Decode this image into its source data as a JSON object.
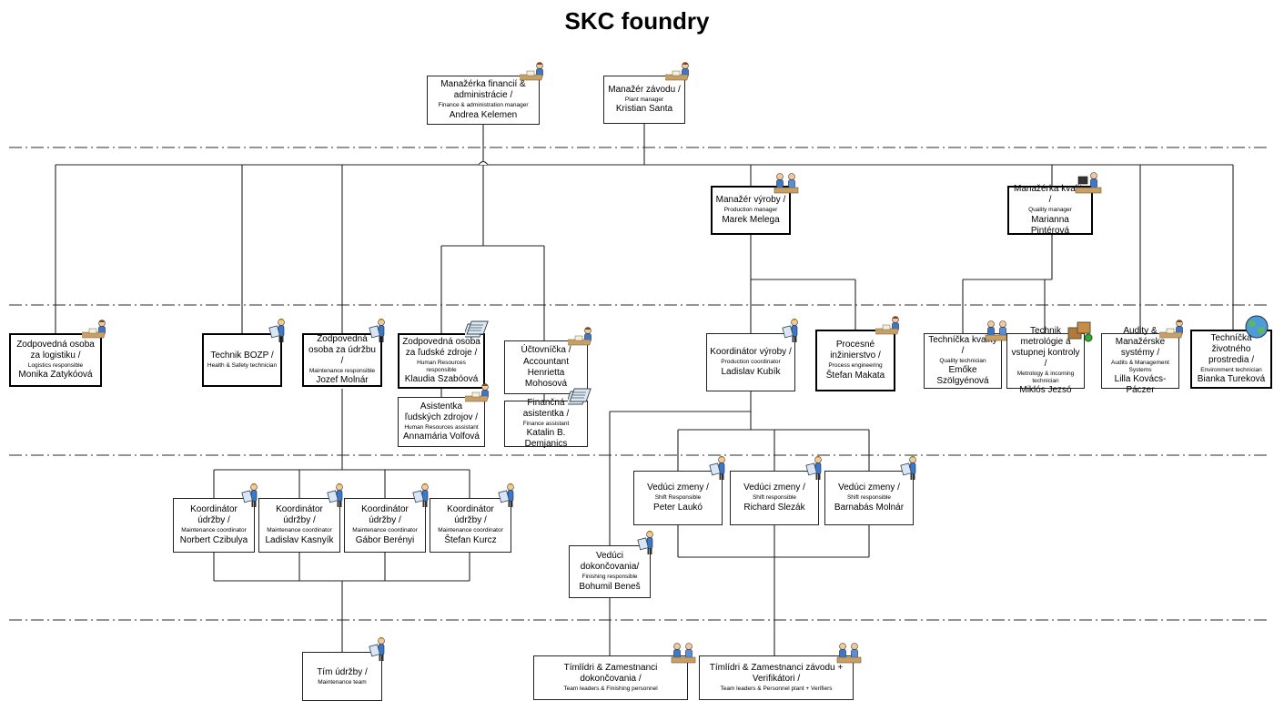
{
  "title": "SKC foundry",
  "nodes": [
    {
      "id": "fin",
      "title": "Manažérka financií & administrácie  /",
      "subtitle": "Finance & administration manager",
      "name": "Andrea Kelemen",
      "icon": "desk-worker-icon"
    },
    {
      "id": "plant",
      "title": "Manažér závodu /",
      "subtitle": "Plant manager",
      "name": "Kristian Santa",
      "icon": "desk-worker-icon"
    },
    {
      "id": "prod",
      "title": "Manažér výroby /",
      "subtitle": "Production manager",
      "name": "Marek Melega",
      "icon": "manager-group-icon"
    },
    {
      "id": "qual",
      "title": "Manažérka kvality /",
      "subtitle": "Quality manager",
      "name": "Marianna Pintérová",
      "icon": "microscope-worker-icon"
    },
    {
      "id": "log",
      "title": "Zodpovedná osoba za logistiku /",
      "subtitle": "Logistics responsible",
      "name": "Monika Zatykóová",
      "icon": "desk-worker-icon"
    },
    {
      "id": "bozp",
      "title": "Technik BOZP /",
      "subtitle": "Health & Safety technician",
      "name": "",
      "icon": "clipboard-worker-icon"
    },
    {
      "id": "maint",
      "title": "Zodpovedná osoba za údržbu /",
      "subtitle": "Maintenance responsible",
      "name": "Jozef Molnár",
      "icon": "clipboard-worker-icon"
    },
    {
      "id": "hr",
      "title": "Zodpovedná osoba za ľudské zdroje /",
      "subtitle": "Human Resources responsible",
      "name": "Klaudia Szabóová",
      "icon": "documents-icon"
    },
    {
      "id": "acc",
      "title": "Účtovníčka /",
      "subtitle": "",
      "name": "Accountant Henrietta Mohosová",
      "icon": "desk-worker-icon"
    },
    {
      "id": "hra",
      "title": "Asistentka ľudských zdrojov /",
      "subtitle": "Human Resources assistant",
      "name": "Annamária Volfová",
      "icon": "desk-worker-icon"
    },
    {
      "id": "fina",
      "title": "Finančná asistentka /",
      "subtitle": "Finance assistant",
      "name": "Katalin B. Demjanics",
      "icon": "documents-icon"
    },
    {
      "id": "pcoord",
      "title": "Koordinátor výroby /",
      "subtitle": "Production coordinator",
      "name": "Ladislav Kubík",
      "icon": "clipboard-worker-icon"
    },
    {
      "id": "proc",
      "title": "Procesné inžinierstvo /",
      "subtitle": "Process engineering",
      "name": "Štefan Makata",
      "icon": "desk-worker-icon"
    },
    {
      "id": "qtech",
      "title": "Techníčka kvality /",
      "subtitle": "Quality technician",
      "name": "Emőke Szölgyénová",
      "icon": "manager-group-icon"
    },
    {
      "id": "metro",
      "title": "Technik metrológie a vstupnej kontroly /",
      "subtitle": "Metrology & incoming technician",
      "name": "Miklós Jezsó",
      "icon": "boxes-icon"
    },
    {
      "id": "audit",
      "title": "Audity & Manažérske systémy /",
      "subtitle": "Audits & Management Systems",
      "name": "Lilla Kovács-Páczer",
      "icon": "desk-worker-icon"
    },
    {
      "id": "env",
      "title": "Techníčka životného prostredia /",
      "subtitle": "Environment technician",
      "name": "Bianka Tureková",
      "icon": "globe-icon"
    },
    {
      "id": "mc1",
      "title": "Koordinátor údržby /",
      "subtitle": "Maintenance coordinator",
      "name": "Norbert Czibulya",
      "icon": "clipboard-worker-icon"
    },
    {
      "id": "mc2",
      "title": "Koordinátor údržby /",
      "subtitle": "Maintenance coordinator",
      "name": "Ladislav Kasnyík",
      "icon": "clipboard-worker-icon"
    },
    {
      "id": "mc3",
      "title": "Koordinátor údržby /",
      "subtitle": "Maintenance coordinator",
      "name": "Gábor Berényi",
      "icon": "clipboard-worker-icon"
    },
    {
      "id": "mc4",
      "title": "Koordinátor údržby /",
      "subtitle": "Maintenance coordinator",
      "name": "Štefan Kurcz",
      "icon": "clipboard-worker-icon"
    },
    {
      "id": "sl1",
      "title": "Vedúci zmeny /",
      "subtitle": "Shift Responsible",
      "name": "Peter Laukó",
      "icon": "clipboard-worker-icon"
    },
    {
      "id": "sl2",
      "title": "Vedúci zmeny /",
      "subtitle": "Shift responsible",
      "name": "Richard Slezák",
      "icon": "clipboard-worker-icon"
    },
    {
      "id": "sl3",
      "title": "Vedúci zmeny /",
      "subtitle": "Shift responsible",
      "name": "Barnabás Molnár",
      "icon": "clipboard-worker-icon"
    },
    {
      "id": "finish",
      "title": "Vedúci dokončovania/",
      "subtitle": "Finishing responsible",
      "name": "Bohumil Beneš",
      "icon": "clipboard-worker-icon"
    },
    {
      "id": "mteam",
      "title": "Tím údržby /",
      "subtitle": "Maintenance team",
      "name": "",
      "icon": "clipboard-worker-icon"
    },
    {
      "id": "tl1",
      "title": "Tímlídri & Zamestnanci dokončovania /",
      "subtitle": "Team leaders & Finishing personnel",
      "name": "",
      "icon": "team-icon"
    },
    {
      "id": "tl2",
      "title": "Tímlídri & Zamestnanci závodu + Verifikátori  /",
      "subtitle": "Team leaders & Personnel plant + Verifiers",
      "name": "",
      "icon": "team-icon"
    }
  ]
}
